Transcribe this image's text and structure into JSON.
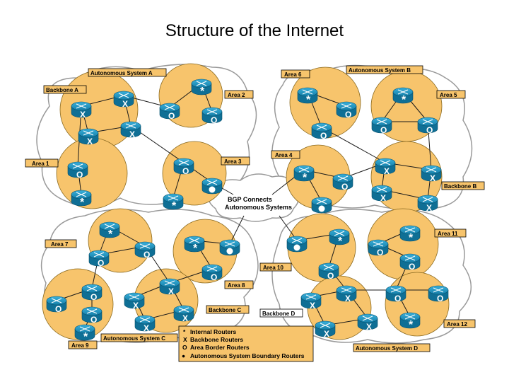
{
  "title": "Structure of the Internet",
  "labels": {
    "as_a": "Autonomous System A",
    "as_b": "Autonomous System B",
    "as_c": "Autonomous System C",
    "as_d": "Autonomous System D",
    "backbone_a": "Backbone A",
    "backbone_b": "Backbone B",
    "backbone_c": "Backbone C",
    "backbone_d": "Backbone D",
    "area1": "Area 1",
    "area2": "Area 2",
    "area3": "Area 3",
    "area4": "Area 4",
    "area5": "Area 5",
    "area6": "Area 6",
    "area7": "Area 7",
    "area8": "Area 8",
    "area9": "Area 9",
    "area10": "Area 10",
    "area11": "Area 11",
    "area12": "Area 12"
  },
  "bgp": {
    "line1": "BGP Connects",
    "line2": "Autonomous Systems"
  },
  "legend": {
    "items": [
      {
        "symbol": "*",
        "label": "Internal Routers"
      },
      {
        "symbol": "X",
        "label": "Backbone Routers"
      },
      {
        "symbol": "O",
        "label": "Area Border Routers"
      },
      {
        "symbol": "●",
        "label": "Autonomous System Boundary Routers"
      }
    ]
  },
  "colors": {
    "area_fill": "#f7c46c",
    "cloud_fill": "#ffffff",
    "cloud_stroke": "#9a9a9a",
    "router_fill": "#1589b5",
    "label_fill": "#f7c46c",
    "legend_fill": "#f7c46c"
  }
}
